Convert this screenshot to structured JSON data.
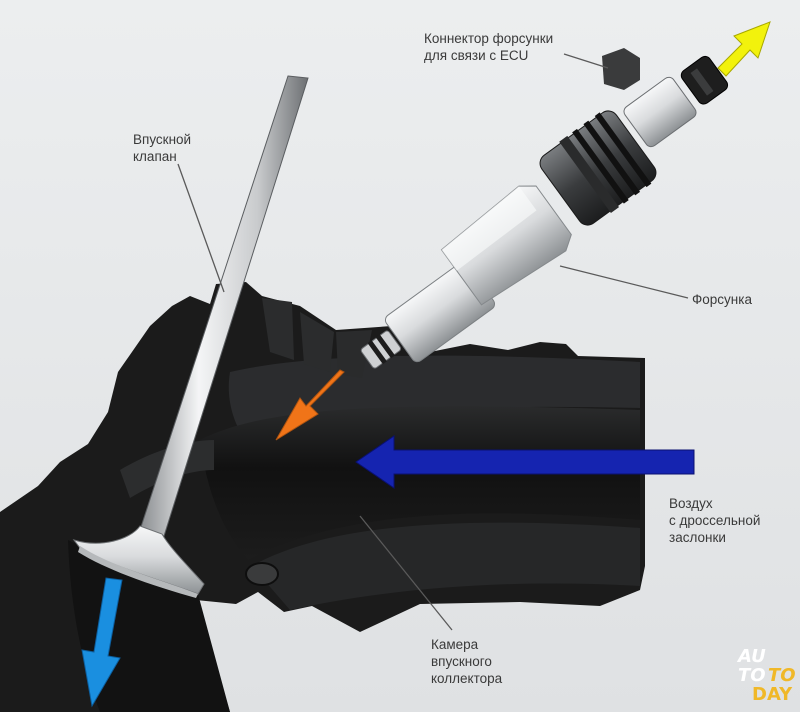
{
  "labels": {
    "connector": [
      "Коннектор форсунки",
      "для связи с ECU"
    ],
    "intake_valve": [
      "Впускной",
      "клапан"
    ],
    "injector": [
      "Форсунка"
    ],
    "air": [
      "Воздух",
      "с дроссельной",
      "заслонки"
    ],
    "chamber": [
      "Камера",
      "впускного",
      "коллектора"
    ]
  },
  "watermark": {
    "line1": "AU",
    "line2a": "TO",
    "line2b": "TO",
    "line3": "DAY"
  },
  "arrows": [
    {
      "name": "ecu-signal-arrow",
      "color": "#f2f20c"
    },
    {
      "name": "fuel-spray-arrow",
      "color": "#f07418"
    },
    {
      "name": "air-flow-arrow",
      "color": "#1524b0"
    },
    {
      "name": "mixture-out-arrow",
      "color": "#1a8fe0"
    }
  ]
}
